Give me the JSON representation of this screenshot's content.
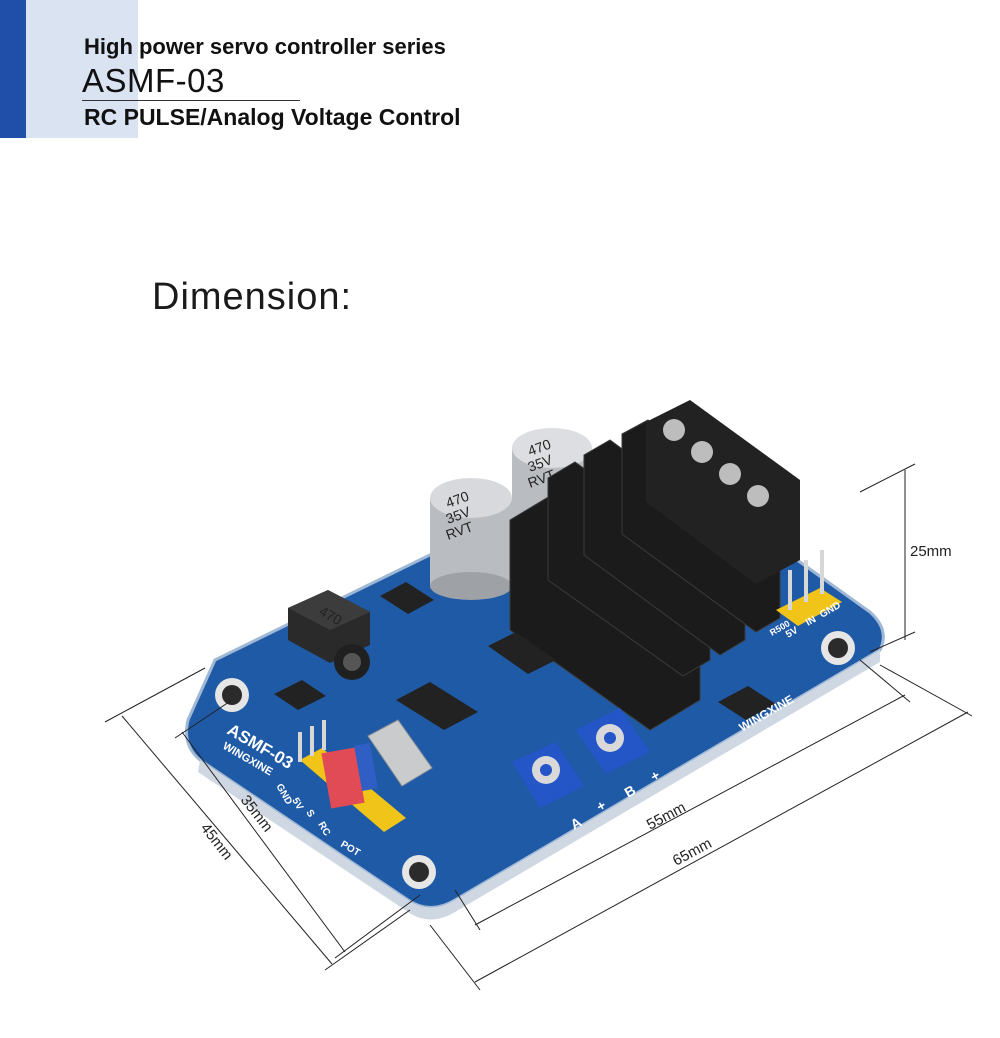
{
  "header": {
    "series": "High power servo controller series",
    "model": "ASMF-03",
    "control": "RC PULSE/Analog Voltage Control"
  },
  "section": {
    "title": "Dimension:"
  },
  "dimensions": {
    "height": "25mm",
    "hole_spacing_long": "55mm",
    "length": "65mm",
    "hole_spacing_short": "35mm",
    "width": "45mm"
  },
  "board_labels": {
    "model": "ASMF-03",
    "brand": "WINGXINE",
    "brand_right": "WINGXINE",
    "pins_left": [
      "GND",
      "5V",
      "S",
      "RC",
      "POT"
    ],
    "pins_right": [
      "5V",
      "IN",
      "GND"
    ],
    "terminal": [
      "A",
      "+",
      "B",
      "+"
    ],
    "capacitor_lines": [
      "470",
      "35V",
      "RVT"
    ],
    "inductor": "470",
    "resistor": "R500"
  },
  "colors": {
    "pcb": "#1f5aa6",
    "heatsink": "#1b1b1b",
    "header_pins": "#f0c419",
    "trimpot": "#2456c8"
  }
}
